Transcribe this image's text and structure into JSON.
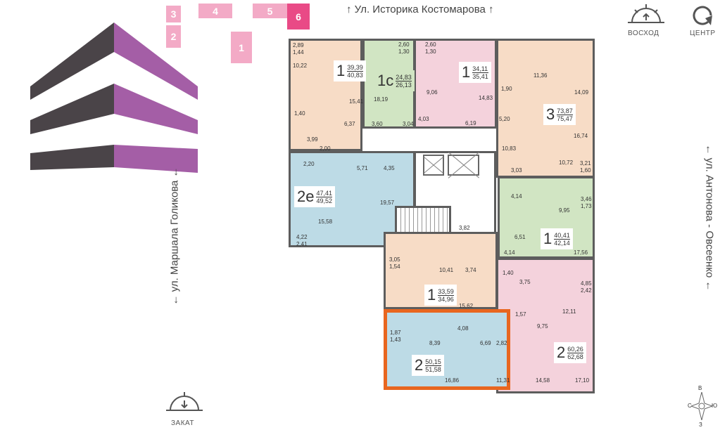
{
  "building_markers": [
    "3",
    "2",
    "4",
    "5",
    "6",
    "1"
  ],
  "active_building": "6",
  "streets": {
    "top": "Ул. Историка Костомарова",
    "left": "ул. Маршала Голикова",
    "right": "ул. Антонова - Овсеенко"
  },
  "legend": {
    "sunrise": "ВОСХОД",
    "center": "ЦЕНТР",
    "sunset": "ЗАКАТ"
  },
  "compass": {
    "n": "В",
    "s": "З",
    "w": "С",
    "e": "Ю"
  },
  "apartments": [
    {
      "rooms": "1",
      "living": "39,39",
      "total": "40,83"
    },
    {
      "rooms": "1с",
      "living": "24,83",
      "total": "26,13"
    },
    {
      "rooms": "1",
      "living": "34,11",
      "total": "35,41"
    },
    {
      "rooms": "3",
      "living": "73,87",
      "total": "75,47"
    },
    {
      "rooms": "2е",
      "living": "47,41",
      "total": "49,52"
    },
    {
      "rooms": "1",
      "living": "40,41",
      "total": "42,14"
    },
    {
      "rooms": "1",
      "living": "33,59",
      "total": "34,96"
    },
    {
      "rooms": "2",
      "living": "50,15",
      "total": "51,58",
      "selected": true
    },
    {
      "rooms": "2",
      "living": "60,26",
      "total": "62,68"
    }
  ],
  "room_areas": [
    "2,89",
    "1,44",
    "10,22",
    "15,41",
    "1,40",
    "6,37",
    "3,99",
    "2,00",
    "2,60",
    "1,30",
    "18,19",
    "3,60",
    "3,04",
    "2,60",
    "1,30",
    "9,06",
    "14,83",
    "4,03",
    "6,19",
    "11,36",
    "1,90",
    "14,09",
    "5,20",
    "16,74",
    "10,83",
    "3,03",
    "10,72",
    "3,21",
    "1,60",
    "2,20",
    "5,71",
    "4,35",
    "19,57",
    "15,58",
    "4,22",
    "2,41",
    "3,82",
    "4,14",
    "3,46",
    "1,73",
    "9,95",
    "6,51",
    "4,14",
    "17,56",
    "3,05",
    "1,54",
    "10,41",
    "3,74",
    "15,62",
    "1,40",
    "3,75",
    "4,85",
    "2,42",
    "12,11",
    "1,57",
    "9,75",
    "14,58",
    "17,10",
    "1,87",
    "1,43",
    "4,08",
    "8,39",
    "6,69",
    "2,82",
    "16,86",
    "11,31"
  ],
  "colors": {
    "highlight": "#e8661f",
    "logo_purple": "#a45ea6",
    "logo_dark": "#4a4448",
    "marker": "#f3aac6",
    "marker_active": "#e94a86"
  }
}
